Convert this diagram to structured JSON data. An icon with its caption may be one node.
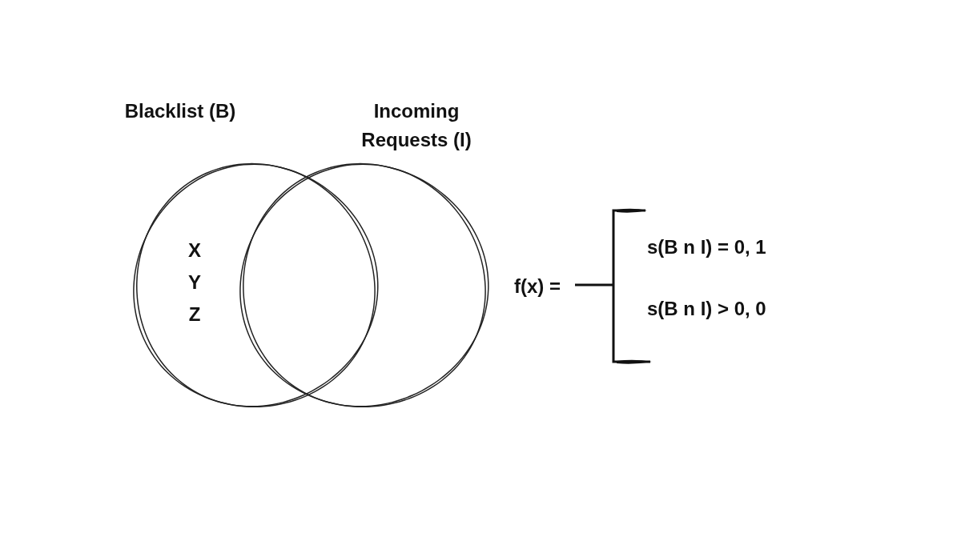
{
  "diagram": {
    "nodes": [
      {
        "text": [
          "Blacklist (B)",
          "X Y Z"
        ]
      },
      {
        "text": [
          "Incoming Requests (I)"
        ]
      }
    ],
    "labels": [
      "f(x) =",
      "s(B n I) = 0, 1",
      "s(B n I) > 0, 0"
    ]
  }
}
